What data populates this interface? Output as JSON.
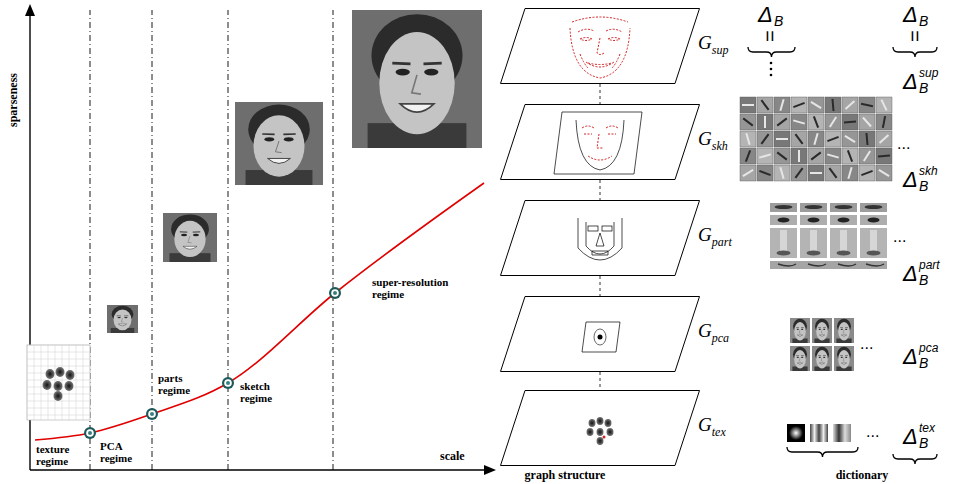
{
  "diagram": {
    "nodes": [
      {
        "text": [
          "G",
          "sup"
        ]
      },
      {
        "text": [
          "G",
          "skh"
        ]
      },
      {
        "text": [
          "G",
          "part"
        ]
      },
      {
        "text": [
          "G",
          "pca"
        ]
      },
      {
        "text": [
          "G",
          "tex"
        ]
      }
    ],
    "edges": [
      {
        "from": 0,
        "to": 1,
        "arrow": "none"
      },
      {
        "from": 1,
        "to": 2,
        "arrow": "none"
      },
      {
        "from": 2,
        "to": 3,
        "arrow": "none"
      },
      {
        "from": 3,
        "to": 4,
        "arrow": "none"
      }
    ],
    "labels": [
      "sparseness",
      "scale",
      "texture regime",
      "PCA regime",
      "parts regime",
      "sketch regime",
      "super-resolution regime",
      "graph structure",
      "dictionary",
      "Δ",
      "B",
      "=",
      "Δ",
      "B",
      "=",
      "Δ",
      "B",
      "sup",
      "Δ",
      "B",
      "skh",
      "Δ",
      "B",
      "part",
      "Δ",
      "B",
      "pca",
      "Δ",
      "B",
      "tex",
      "...",
      "...",
      "...",
      "..."
    ]
  }
}
